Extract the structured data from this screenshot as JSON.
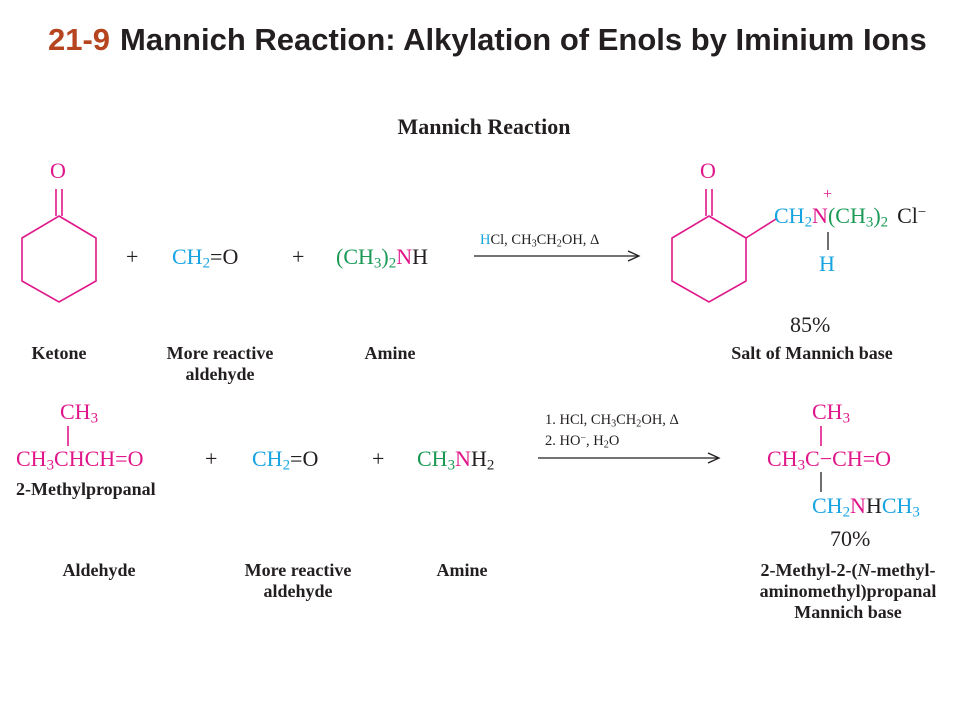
{
  "title": {
    "number": "21-9",
    "text": "Mannich Reaction: Alkylation of Enols by Iminium Ions"
  },
  "subheading": "Mannich Reaction",
  "plus": "+",
  "r1": {
    "ketone_O": "O",
    "ch2o": {
      "c": "CH",
      "sub": "2",
      "bond": "=",
      "o": "O"
    },
    "amine": {
      "paren": "(CH",
      "sub": "3",
      "close": ")",
      "sub2": "2",
      "n": "N",
      "h": "H"
    },
    "conditions": {
      "h": "H",
      "rest": "Cl, CH",
      "s1": "3",
      "mid": "CH",
      "s2": "2",
      "end": "OH, Δ"
    },
    "product": {
      "O": "O",
      "ch": "CH",
      "s1": "2",
      "n": "N",
      "plus": "+",
      "me": "(CH",
      "s2": "3",
      "close": ")",
      "s3": "2",
      "cl": "Cl",
      "minus": "−",
      "h": "H"
    },
    "yield": "85%",
    "labels": {
      "ketone": "Ketone",
      "aldehyde_1": "More reactive",
      "aldehyde_2": "aldehyde",
      "amine": "Amine",
      "product": "Salt of Mannich base"
    }
  },
  "r2": {
    "reactant": {
      "top_ch": "CH",
      "top_s": "3",
      "ch": "CH",
      "s": "3",
      "main": "CHCH",
      "bond": "=",
      "o": "O",
      "name": "2-Methylpropanal"
    },
    "ch2o": {
      "c": "CH",
      "sub": "2",
      "bond": "=",
      "o": "O"
    },
    "amine": {
      "c": "CH",
      "sub": "3",
      "n": "N",
      "h": "H",
      "sub2": "2"
    },
    "conditions_1": {
      "a": "1. HCl, CH",
      "s1": "3",
      "b": "CH",
      "s2": "2",
      "c": "OH, Δ"
    },
    "conditions_2": {
      "a": "2. HO",
      "sup": "−",
      "b": ", H",
      "s": "2",
      "c": "O"
    },
    "product": {
      "top_ch": "CH",
      "top_s": "3",
      "ch": "CH",
      "s": "3",
      "c": "C",
      "dash": "−",
      "cho": "CH",
      "bond": "=",
      "o": "O",
      "bch": "CH",
      "bs": "2",
      "n": "N",
      "h": "H",
      "bch2": "CH",
      "bs2": "3"
    },
    "yield": "70%",
    "labels": {
      "aldehyde": "Aldehyde",
      "reactive_1": "More reactive",
      "reactive_2": "aldehyde",
      "amine": "Amine",
      "product_1": "2-Methyl-2-(",
      "product_n": "N",
      "product_1b": "-methyl-",
      "product_2": "aminomethyl)propanal",
      "product_3": "Mannich base"
    }
  },
  "colors": {
    "pink": "#e0178a",
    "blue": "#18a4e0",
    "green": "#1a9a55",
    "title_number": "#b5441f"
  }
}
